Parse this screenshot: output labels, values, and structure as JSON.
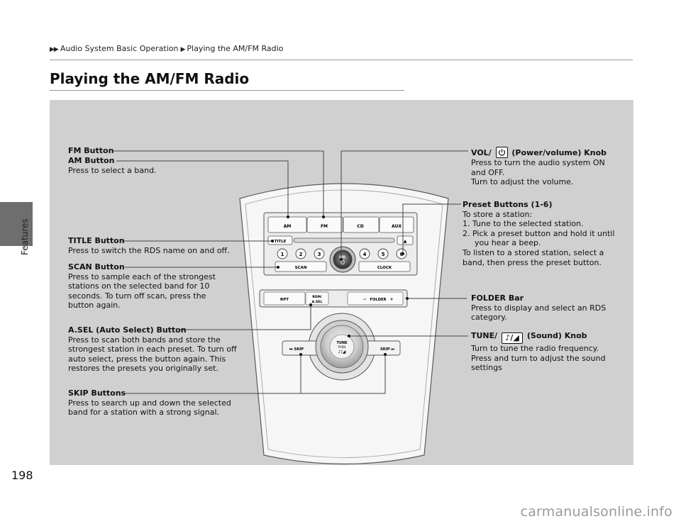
{
  "page": {
    "number": "198",
    "side_label": "Features",
    "breadcrumb": [
      "Audio System Basic Operation",
      "Playing the AM/FM Radio"
    ],
    "title": "Playing the AM/FM Radio"
  },
  "panel": {
    "buttons": {
      "am": "AM",
      "fm": "FM",
      "cd": "CD",
      "aux": "AUX",
      "title": "TITLE",
      "scan": "SCAN",
      "clock": "CLOCK",
      "rpt": "RPT",
      "rdm_1": "RDM/",
      "rdm_2": "A.SEL",
      "folder": "FOLDER",
      "minus": "−",
      "plus": "+",
      "skip_back": "⏮ SKIP",
      "skip_fwd": "SKIP ⏭",
      "vol": "VOL",
      "tune_1": "TUNE",
      "tune_2": "PUSH",
      "tune_3": "♪/◢",
      "eject": "▲",
      "presets": [
        "1",
        "2",
        "3",
        "4",
        "5",
        "6"
      ]
    }
  },
  "callouts": {
    "fm": {
      "heading": "FM Button"
    },
    "am": {
      "heading": "AM Button",
      "text": "Press to select a band."
    },
    "title": {
      "heading": "TITLE Button",
      "text": "Press to switch the RDS name on and off."
    },
    "scan": {
      "heading": "SCAN Button",
      "text": "Press to sample each of the strongest stations on the selected band for 10 seconds. To turn off scan, press the button again."
    },
    "asel": {
      "heading": "A.SEL (Auto Select) Button",
      "text": "Press to scan both bands and store the strongest station in each preset. To turn off auto select, press the button again. This restores the presets you originally set."
    },
    "skip": {
      "heading": "SKIP Buttons",
      "text": "Press to search up and down the selected band for a station with a strong signal."
    },
    "vol": {
      "heading_pre": "VOL/",
      "heading_post": "(Power/volume) Knob",
      "icon": "power-icon",
      "text1": "Press to turn the audio system ON and OFF.",
      "text2": "Turn to adjust the volume."
    },
    "preset": {
      "heading": "Preset Buttons (1-6)",
      "intro": "To store a station:",
      "steps": [
        "1. Tune to the selected station.",
        "2. Pick a preset button and hold it until you hear a beep."
      ],
      "outro": "To listen to a stored station, select a band, then press the preset button."
    },
    "folder": {
      "heading": "FOLDER Bar",
      "text": "Press to display and select an RDS category."
    },
    "tune": {
      "heading_pre": "TUNE/",
      "heading_post": "(Sound) Knob",
      "icon": "sound-icon",
      "icon_glyph": "♪/◢",
      "text1": "Turn to tune the radio frequency.",
      "text2": "Press and turn to adjust the sound settings"
    }
  },
  "watermark": "carmanualsonline.info"
}
